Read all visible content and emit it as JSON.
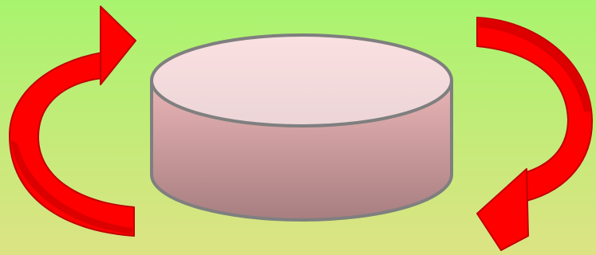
{
  "background": {
    "color_top": "#a8f46e",
    "color_bottom": "#dde384"
  },
  "cylinder": {
    "top_color_light": "#fbe0e1",
    "top_color_dark": "#ecd5d7",
    "side_color_top": "#eab5b6",
    "side_color_bottom": "#a77e80",
    "outline_color": "#7f7f7f"
  },
  "arrows": [
    {
      "name": "left-curved-arrow",
      "direction": "clockwise",
      "fill": "#ff0000",
      "shade": "#c00000"
    },
    {
      "name": "right-curved-arrow",
      "direction": "clockwise",
      "fill": "#ff0000",
      "shade": "#c00000"
    }
  ]
}
